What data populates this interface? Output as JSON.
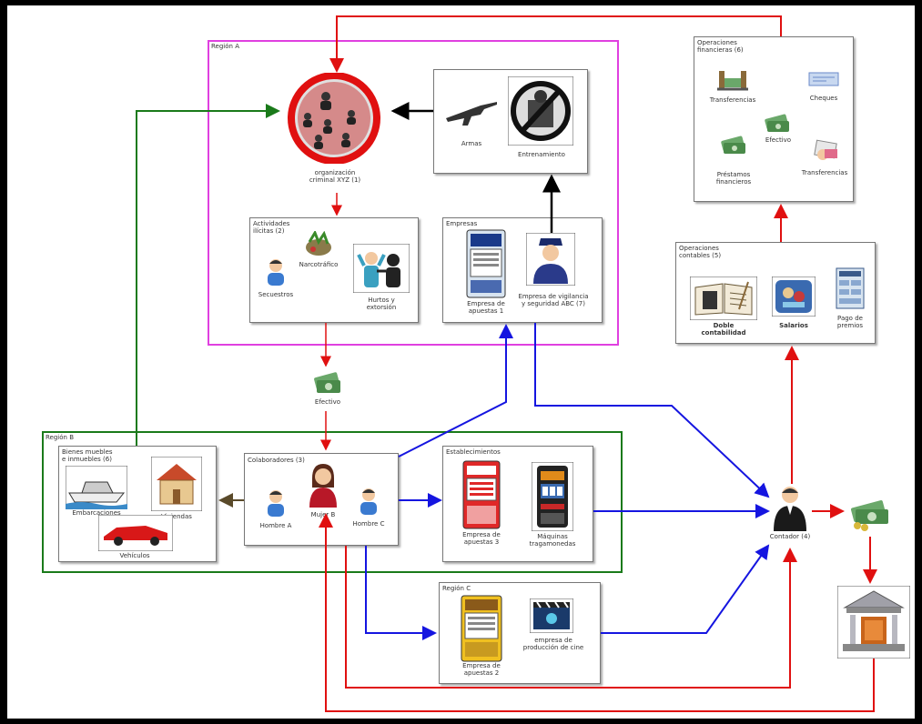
{
  "region_a": {
    "label": "Región A",
    "org": "organización\ncriminal XYZ (1)",
    "armas": "Armas",
    "entrenamiento": "Entrenamiento",
    "actividades_title": "Actividades\nilícitas (2)",
    "narcotrafico": "Narcotráfico",
    "secuestros": "Secuestros",
    "hurtos": "Hurtos y\nextorsión",
    "empresas_title": "Empresas",
    "empresa_apuestas_1": "Empresa de\napuestas 1",
    "empresa_vigilancia": "Empresa de vigilancia\ny seguridad ABC (7)"
  },
  "efectivo_mid": "Efectivo",
  "region_b": {
    "label": "Región B",
    "bienes_title": "Bienes muebles\ne inmuebles (6)",
    "embarcaciones": "Embarcaciones",
    "viviendas": "Viviendas",
    "vehiculos": "Vehículos",
    "colaboradores_title": "Colaboradores (3)",
    "hombre_a": "Hombre A",
    "mujer_b": "Mujer B",
    "hombre_c": "Hombre C",
    "establecimientos_title": "Establecimientos",
    "empresa_apuestas_3": "Empresa de\napuestas 3",
    "maquinas": "Máquinas\ntragamonedas"
  },
  "region_c": {
    "label": "Región C",
    "empresa_apuestas_2": "Empresa de\napuestas 2",
    "produccion_cine": "empresa de\nproducción de cine"
  },
  "contador": "Contador (4)",
  "operaciones_financieras": {
    "title": "Operaciones\nfinancieras (6)",
    "transferencias_1": "Transferencias",
    "cheques": "Cheques",
    "efectivo": "Efectivo",
    "prestamos": "Préstamos\nfinancieros",
    "transferencias_2": "Transferencias"
  },
  "operaciones_contables": {
    "title": "Operaciones\ncontables (5)",
    "doble": "Doble\ncontabilidad",
    "salarios": "Salarios",
    "pago_premios": "Pago de\npremios"
  },
  "colors": {
    "region_a_border": "#e040e0",
    "region_b_border": "#1a7a1a",
    "arrow_red": "#e01010",
    "arrow_blue": "#1515e0",
    "arrow_green": "#1a7a1a",
    "arrow_black": "#000000",
    "arrow_brown": "#5a4a2a"
  }
}
